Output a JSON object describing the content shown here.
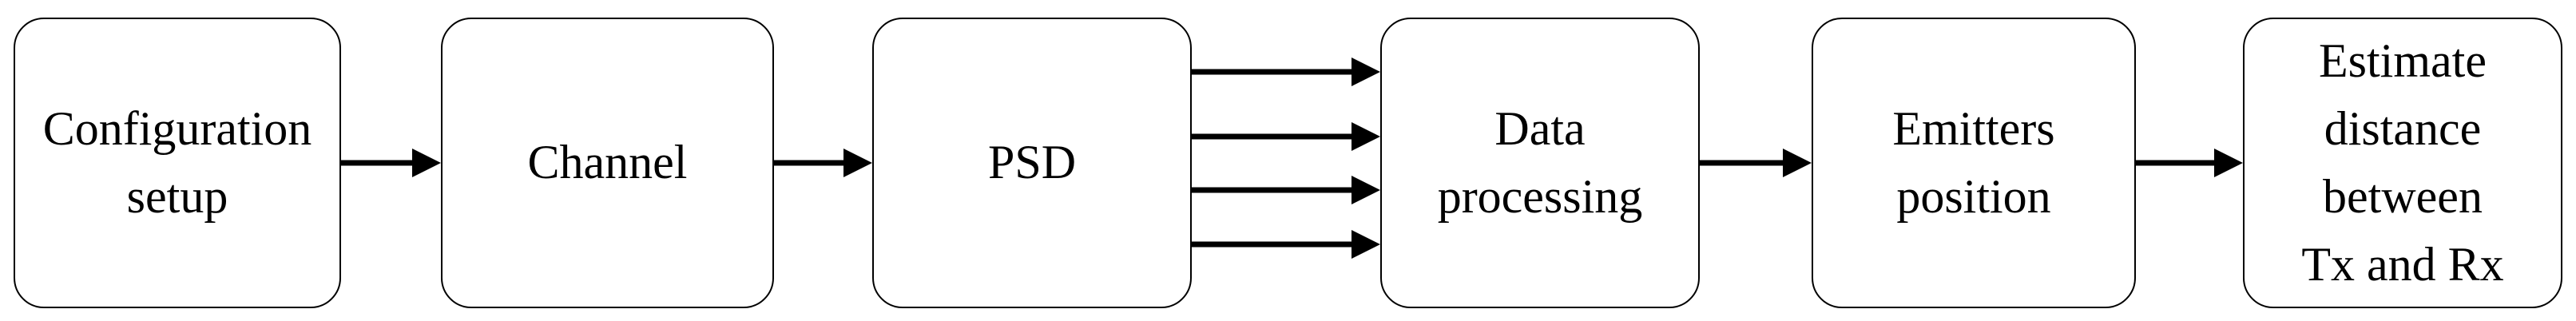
{
  "diagram": {
    "type": "flowchart",
    "direction": "left-to-right",
    "background_color": "#ffffff",
    "node_fill_color": "#ffffff",
    "node_border_color": "#000000",
    "text_color": "#000000",
    "arrow_color": "#000000",
    "nodes": [
      {
        "id": "configuration-setup",
        "label": "Configuration\nsetup"
      },
      {
        "id": "channel",
        "label": "Channel"
      },
      {
        "id": "psd",
        "label": "PSD"
      },
      {
        "id": "data-processing",
        "label": "Data\nprocessing"
      },
      {
        "id": "emitters-position",
        "label": "Emitters\nposition"
      },
      {
        "id": "estimate-distance",
        "label": "Estimate\ndistance\nbetween\nTx and Rx"
      }
    ],
    "connectors": [
      {
        "from": "configuration-setup",
        "to": "channel",
        "arrow_count": 1
      },
      {
        "from": "channel",
        "to": "psd",
        "arrow_count": 1
      },
      {
        "from": "psd",
        "to": "data-processing",
        "arrow_count": 4
      },
      {
        "from": "data-processing",
        "to": "emitters-position",
        "arrow_count": 1
      },
      {
        "from": "emitters-position",
        "to": "estimate-distance",
        "arrow_count": 1
      }
    ]
  }
}
